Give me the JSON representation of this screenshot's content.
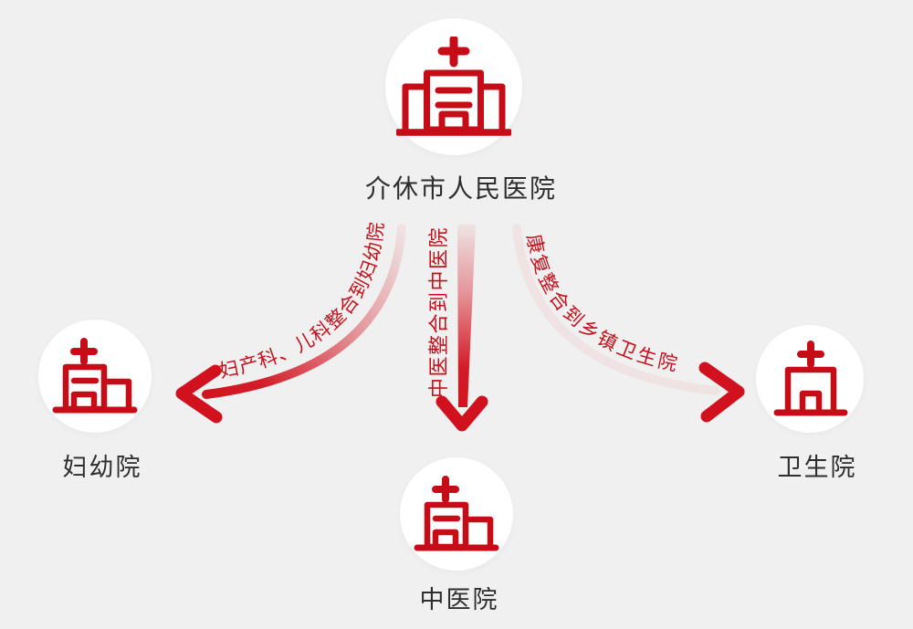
{
  "nodes": {
    "main": {
      "label": "介休市人民医院",
      "icon": "hospital-building-icon"
    },
    "left": {
      "label": "妇幼院",
      "icon": "hospital-annex-building-icon"
    },
    "bottom": {
      "label": "中医院",
      "icon": "hospital-annex-building-icon"
    },
    "right": {
      "label": "卫生院",
      "icon": "clinic-building-icon"
    }
  },
  "flows": {
    "left": {
      "label": "妇产科、儿科整合到妇幼院",
      "from": "介休市人民医院",
      "to": "妇幼院"
    },
    "center": {
      "label": "中医整合到中医院",
      "from": "介休市人民医院",
      "to": "中医院"
    },
    "right": {
      "label": "康复整合到乡镇卫生院",
      "from": "介休市人民医院",
      "to": "卫生院"
    }
  },
  "colors": {
    "background": "#f1f0f0",
    "node_fill": "#ffffff",
    "icon_red": "#c60c16",
    "arrow_red": "#d1111d",
    "label_red": "#c5101c",
    "text_dark": "#2e2e2e"
  }
}
